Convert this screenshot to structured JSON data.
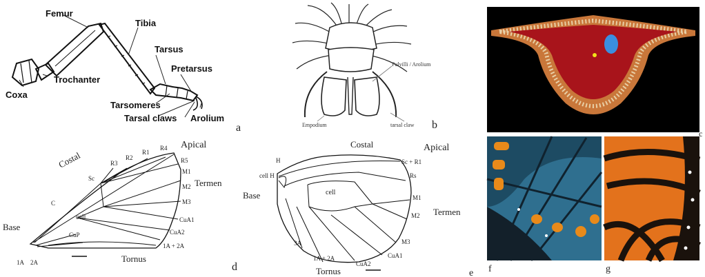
{
  "panel_a": {
    "parts": {
      "femur": "Femur",
      "tibia": "Tibia",
      "tarsus": "Tarsus",
      "pretarsus": "Pretarsus",
      "trochanter": "Trochanter",
      "coxa": "Coxa",
      "tarsomeres": "Tarsomeres",
      "tarsal_claws": "Tarsal claws",
      "arolium": "Arolium"
    },
    "letter": "a"
  },
  "panel_b": {
    "pulvilli": "Pulvilli / Arolium",
    "empodium": "Empodium",
    "tarsal_claw": "tarsal claw",
    "letter": "b"
  },
  "panel_c": {
    "letter": "c"
  },
  "panel_d": {
    "costal": "Costal",
    "apical": "Apical",
    "termen": "Termen",
    "tornus": "Tornus",
    "base": "Base",
    "cell": "cell",
    "veins": {
      "sc": "Sc",
      "r1": "R1",
      "r2": "R2",
      "r3": "R3",
      "r4": "R4",
      "r5": "R5",
      "m1": "M1",
      "m2": "M2",
      "m3": "M3",
      "cua1": "CuA1",
      "cua2": "CuA2",
      "c": "C",
      "cup": "CuP",
      "a1a2": "1A + 2A",
      "a1": "1A",
      "a2": "2A"
    },
    "letter": "d"
  },
  "panel_e": {
    "costal": "Costal",
    "apical": "Apical",
    "termen": "Termen",
    "tornus": "Tornus",
    "base": "Base",
    "cell": "cell",
    "cell_h": "cell H",
    "h": "H",
    "veins": {
      "scr1": "Sc + R1",
      "rs": "Rs",
      "m1": "M1",
      "m2": "M2",
      "m3": "M3",
      "cua1": "CuA1",
      "cua2": "CuA2",
      "a1a2": "1A + 2A",
      "a3": "3A"
    },
    "letter": "e"
  },
  "panel_f": {
    "letter": "f"
  },
  "panel_g": {
    "letter": "g"
  },
  "colors": {
    "c_bg": "#000000",
    "c_red": "#a8141b",
    "c_tan": "#c9773a",
    "c_stripe": "#e8cfa6",
    "c_blue": "#3b8fe0",
    "c_yellow": "#f2e21a",
    "f_blue": "#2f6f8f",
    "f_orange": "#e88a1a",
    "g_orange": "#e3721c",
    "g_black": "#1a120c"
  }
}
